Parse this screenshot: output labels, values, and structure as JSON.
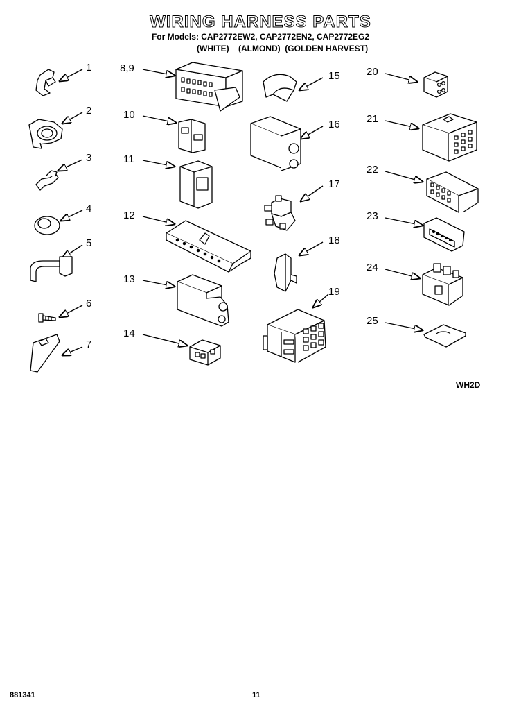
{
  "header": {
    "title": "WIRING HARNESS PARTS",
    "models_line": "For Models: CAP2772EW2, CAP2772EN2, CAP2772EG2",
    "colors_line": "(WHITE)    (ALMOND)  (GOLDEN HARVEST)"
  },
  "callouts": {
    "p1": "1",
    "p2": "2",
    "p3": "3",
    "p4": "4",
    "p5": "5",
    "p6": "6",
    "p7": "7",
    "p8_9": "8,9",
    "p10": "10",
    "p11": "11",
    "p12": "12",
    "p13": "13",
    "p14": "14",
    "p15": "15",
    "p16": "16",
    "p17": "17",
    "p18": "18",
    "p19": "19",
    "p20": "20",
    "p21": "21",
    "p22": "22",
    "p23": "23",
    "p24": "24",
    "p25": "25"
  },
  "diagram_code": "WH2D",
  "footer": {
    "doc_number": "881341",
    "page_number": "11"
  }
}
